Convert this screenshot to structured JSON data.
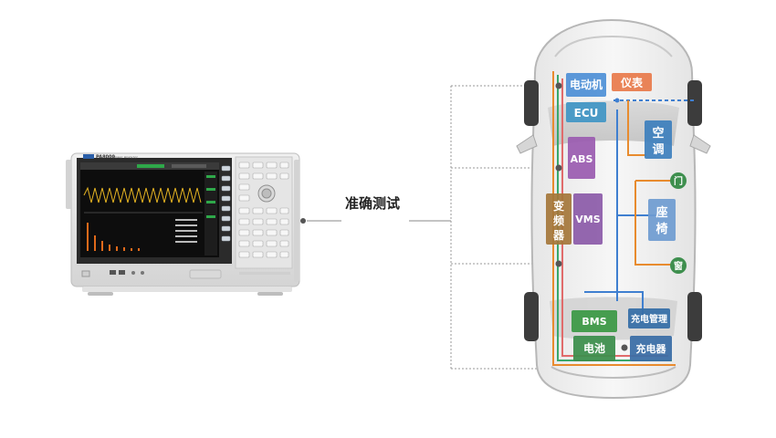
{
  "analyzer": {
    "model": "PA8000",
    "subtitle": "Power Analyzer"
  },
  "center_label": "准确测试",
  "modules": {
    "motor": "电动机",
    "meter": "仪表",
    "ecu": "ECU",
    "ac": [
      "空",
      "调"
    ],
    "abs": "ABS",
    "door": "门",
    "inverter": [
      "变",
      "频",
      "器"
    ],
    "vms": "VMS",
    "seat": [
      "座",
      "椅"
    ],
    "window": "窗",
    "bms": "BMS",
    "charge_mgmt": "充电管理",
    "battery": "电池",
    "charger": "充电器"
  },
  "colors": {
    "motor": "#4d8fd6",
    "meter": "#e8794a",
    "ecu": "#3f95c4",
    "ac": "#3d7fbd",
    "abs": "#9a5bb0",
    "inverter": "#a4763a",
    "vms": "#8b5aa8",
    "seat": "#6e9bd0",
    "door_window": "#3e8f4e",
    "bms": "#3e9a48",
    "charge_mgmt": "#3870a8",
    "battery": "#3e8f4e",
    "charger": "#3c6fa6"
  }
}
